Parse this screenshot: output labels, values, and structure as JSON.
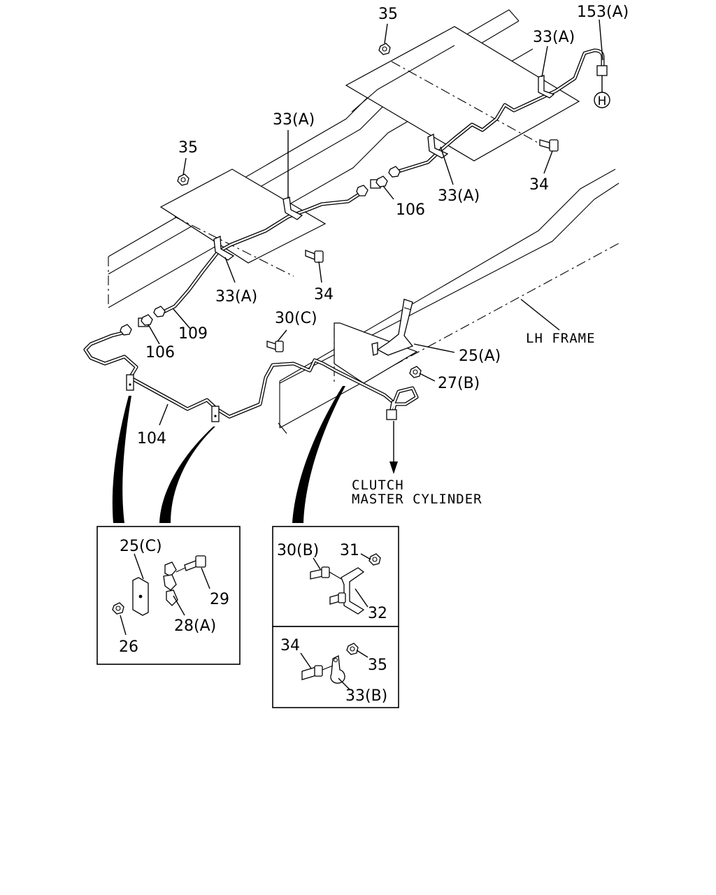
{
  "labels": {
    "n35_top": "35",
    "n153a": "153(A)",
    "n33a_tr": "33(A)",
    "n33a_tc": "33(A)",
    "n35_left": "35",
    "n34_right": "34",
    "n33a_mid": "33(A)",
    "n106_right": "106",
    "n34_mid": "34",
    "n33a_low": "33(A)",
    "n30c": "30(C)",
    "n109": "109",
    "n106_left": "106",
    "n25a": "25(A)",
    "lh_frame": "LH FRAME",
    "n27b": "27(B)",
    "n104": "104",
    "clutch_1": "CLUTCH",
    "clutch_2": "MASTER CYLINDER",
    "h_marker": "H"
  },
  "detail_left": {
    "n25c": "25(C)",
    "n29": "29",
    "n28a": "28(A)",
    "n26": "26"
  },
  "detail_right_top": {
    "n30b": "30(B)",
    "n31": "31",
    "n32": "32"
  },
  "detail_right_bottom": {
    "n34": "34",
    "n35": "35",
    "n33b": "33(B)"
  }
}
